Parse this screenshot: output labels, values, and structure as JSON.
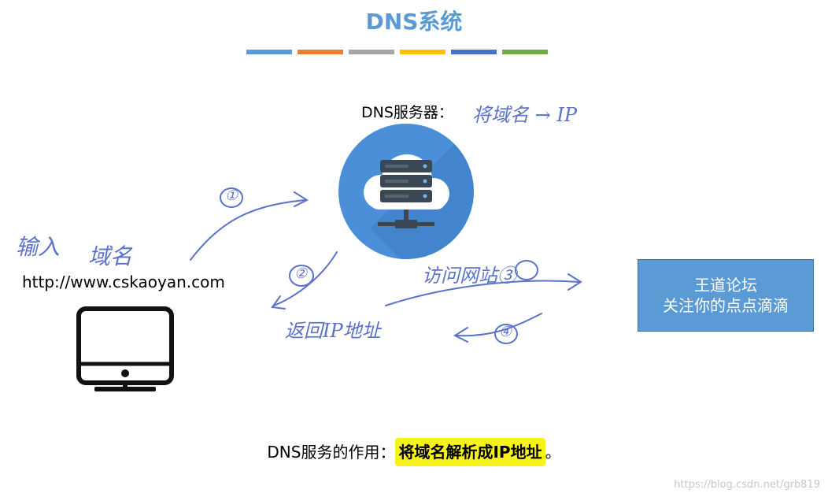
{
  "title": "DNS系统",
  "title_bar_colors": [
    "#5b9bd5",
    "#ed7d31",
    "#a5a5a5",
    "#ffc000",
    "#4472c4",
    "#70ad47"
  ],
  "server": {
    "label": "DNS服务器：",
    "note": "将域名 → IP",
    "icon": "cloud-server-icon"
  },
  "client": {
    "handwritten_input": "输入",
    "handwritten_domain": "域名",
    "url": "http://www.cskaoyan.com",
    "icon": "monitor-icon"
  },
  "steps": {
    "step1": "①",
    "step2": "②",
    "step2_note": "返回IP地址",
    "step3_note": "访问网站③",
    "step4": "④"
  },
  "forum_box": {
    "line1": "王道论坛",
    "line2": "关注你的点点滴滴"
  },
  "bottom": {
    "prefix": "DNS服务的作用：",
    "highlight": "将域名解析成IP地址",
    "suffix": "。"
  },
  "watermark": "https://blog.csdn.net/grb819"
}
